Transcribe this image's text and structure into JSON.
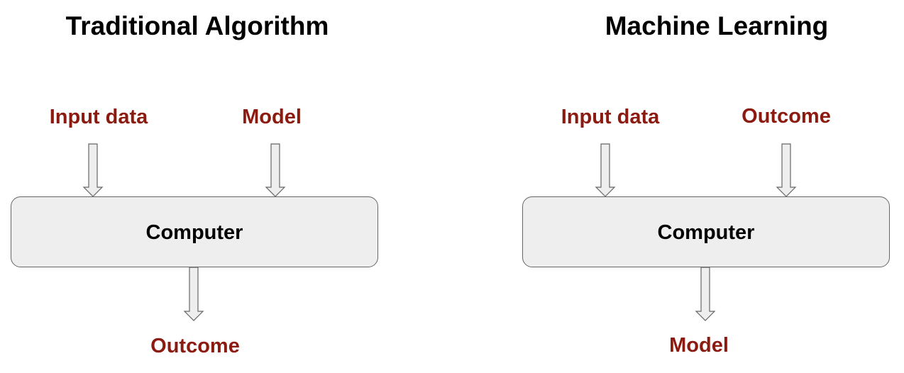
{
  "colors": {
    "title": "#000000",
    "io_label": "#8b1a10",
    "box_fill": "#eeeeee",
    "box_stroke": "#666666"
  },
  "traditional": {
    "title": "Traditional Algorithm",
    "inputs": [
      "Input data",
      "Model"
    ],
    "processor": "Computer",
    "output": "Outcome"
  },
  "machine_learning": {
    "title": "Machine Learning",
    "inputs": [
      "Input data",
      "Outcome"
    ],
    "processor": "Computer",
    "output": "Model"
  }
}
